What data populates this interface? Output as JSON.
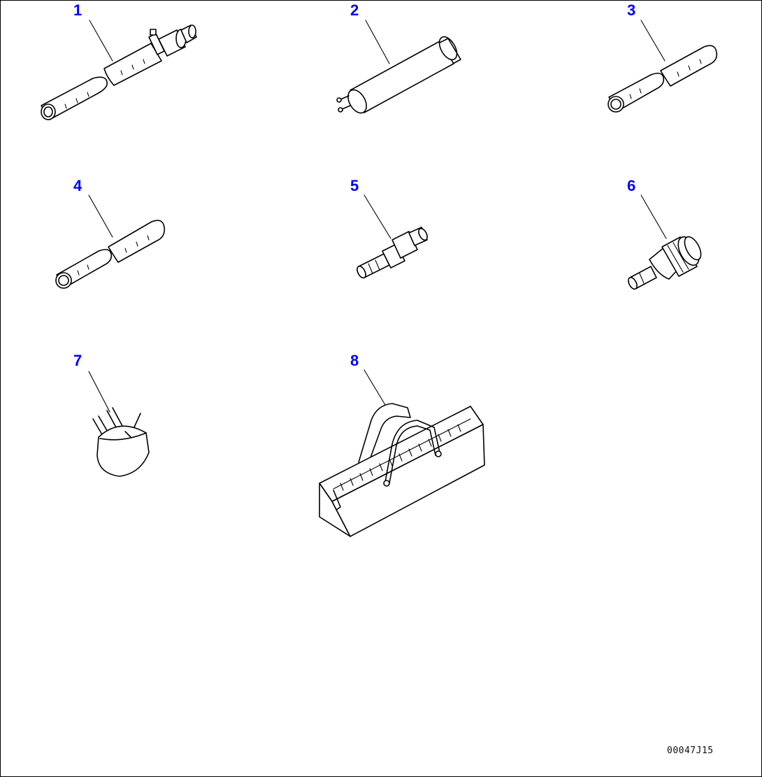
{
  "diagram": {
    "drawing_code": "00047J15",
    "colors": {
      "callout": "#0000ff",
      "line": "#000000",
      "background": "#ffffff"
    },
    "callouts": [
      {
        "id": "1"
      },
      {
        "id": "2"
      },
      {
        "id": "3"
      },
      {
        "id": "4"
      },
      {
        "id": "5"
      },
      {
        "id": "6"
      },
      {
        "id": "7"
      },
      {
        "id": "8"
      }
    ]
  }
}
